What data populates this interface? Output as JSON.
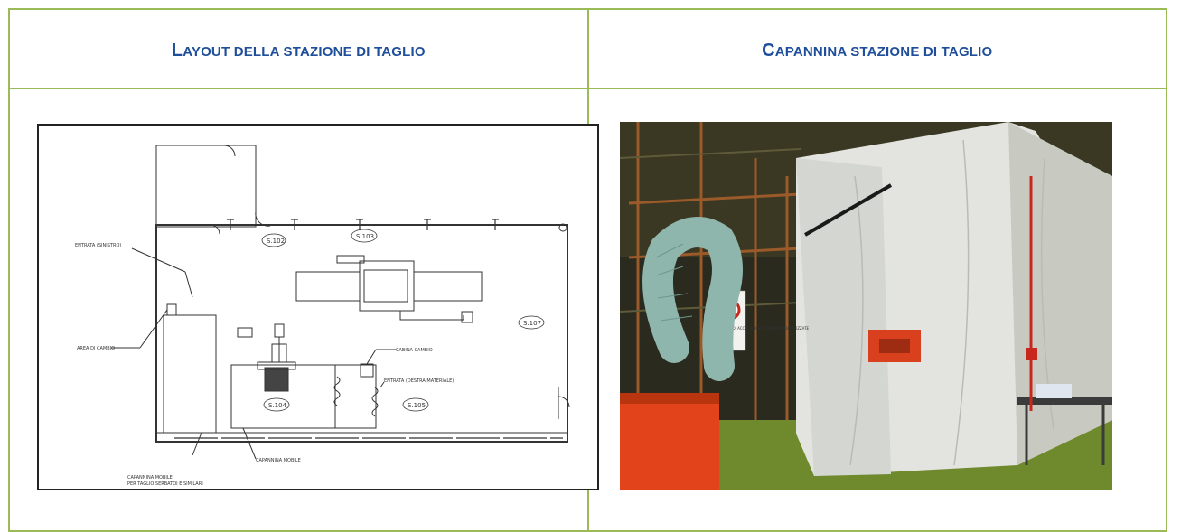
{
  "headers": {
    "left": "Layout della stazione di taglio",
    "right": "Capannina stazione di taglio"
  },
  "drawing": {
    "rooms": [
      "S.102",
      "S.103",
      "S.104",
      "S.105",
      "S.107"
    ],
    "labels": {
      "entrata_sinistra": "ENTRATA (SINISTRO)",
      "area_cambio": "AREA DI CAMBIO",
      "cabina_cambio": "CABINA CAMBIO",
      "entrata_destra": "ENTRATA (DESTRA MATERIALE)",
      "capannina_mobile": "CAPANNINA MOBILE",
      "capannina_mobile_2": "CAPANNINA MOBILE",
      "nota_taglio": "PER TAGLIO SERBATOI E SIMILARI"
    }
  },
  "photo": {
    "sign_text": "DIVIETO DI ACCESSO PERSONE NON AUTORIZZATE"
  },
  "colors": {
    "border": "#9bbb59",
    "heading": "#1f4e9a"
  }
}
